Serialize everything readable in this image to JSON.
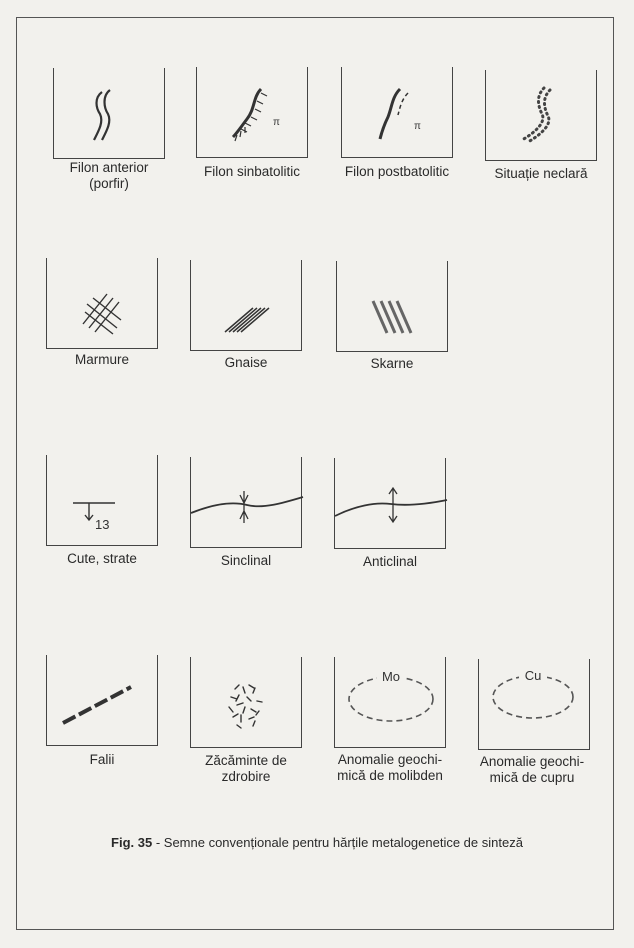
{
  "figure": {
    "caption_prefix": "Fig. 35",
    "caption_text": " - Semne convenționale pentru hărțile metalogenetice de sinteză"
  },
  "symbols": {
    "filon_anterior": {
      "label": "Filon anterior\n(porfir)"
    },
    "filon_sinbatolitic": {
      "label": "Filon sinbatolitic",
      "mark": "π"
    },
    "filon_postbatolitic": {
      "label": "Filon postbatolitic",
      "mark": "π"
    },
    "situatie_neclara": {
      "label": "Situație neclară"
    },
    "marmure": {
      "label": "Marmure"
    },
    "gnaise": {
      "label": "Gnaise"
    },
    "skarne": {
      "label": "Skarne"
    },
    "cute_strate": {
      "label": "Cute, strate",
      "value": "13"
    },
    "sinclinal": {
      "label": "Sinclinal"
    },
    "anticlinal": {
      "label": "Anticlinal"
    },
    "falii": {
      "label": "Falii"
    },
    "zacaminte_zdrobire": {
      "label": "Zăcăminte de\nzdrobire"
    },
    "anomalie_molibden": {
      "label": "Anomalie geochi-\nmică de molibden",
      "element": "Mo"
    },
    "anomalie_cupru": {
      "label": "Anomalie geochi-\nmică de cupru",
      "element": "Cu"
    }
  }
}
